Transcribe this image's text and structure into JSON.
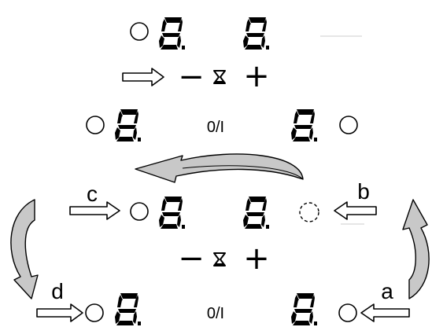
{
  "panel": {
    "top_group": {
      "display_left_icon": "seven-segment-digit-icon",
      "display_right_icon": "seven-segment-digit-icon",
      "indicator_icon": "circle-icon",
      "arrow_icon": "outline-arrow-right-icon",
      "timer": {
        "minus_label": "−",
        "hourglass_icon": "hourglass-icon",
        "plus_label": "+"
      },
      "zone_left_indicator_icon": "circle-icon",
      "zone_right_indicator_icon": "circle-icon",
      "power_label": "0/I"
    },
    "bottom_group": {
      "timer": {
        "minus_label": "−",
        "hourglass_icon": "hourglass-icon",
        "plus_label": "+"
      },
      "power_label": "0/I",
      "dashed_indicator_icon": "dashed-circle-icon"
    },
    "callouts": {
      "a": "a",
      "b": "b",
      "c": "c",
      "d": "d"
    },
    "curved_arrows": [
      "curved-arrow-left-icon",
      "curved-arrow-down-icon",
      "curved-arrow-up-icon"
    ]
  }
}
